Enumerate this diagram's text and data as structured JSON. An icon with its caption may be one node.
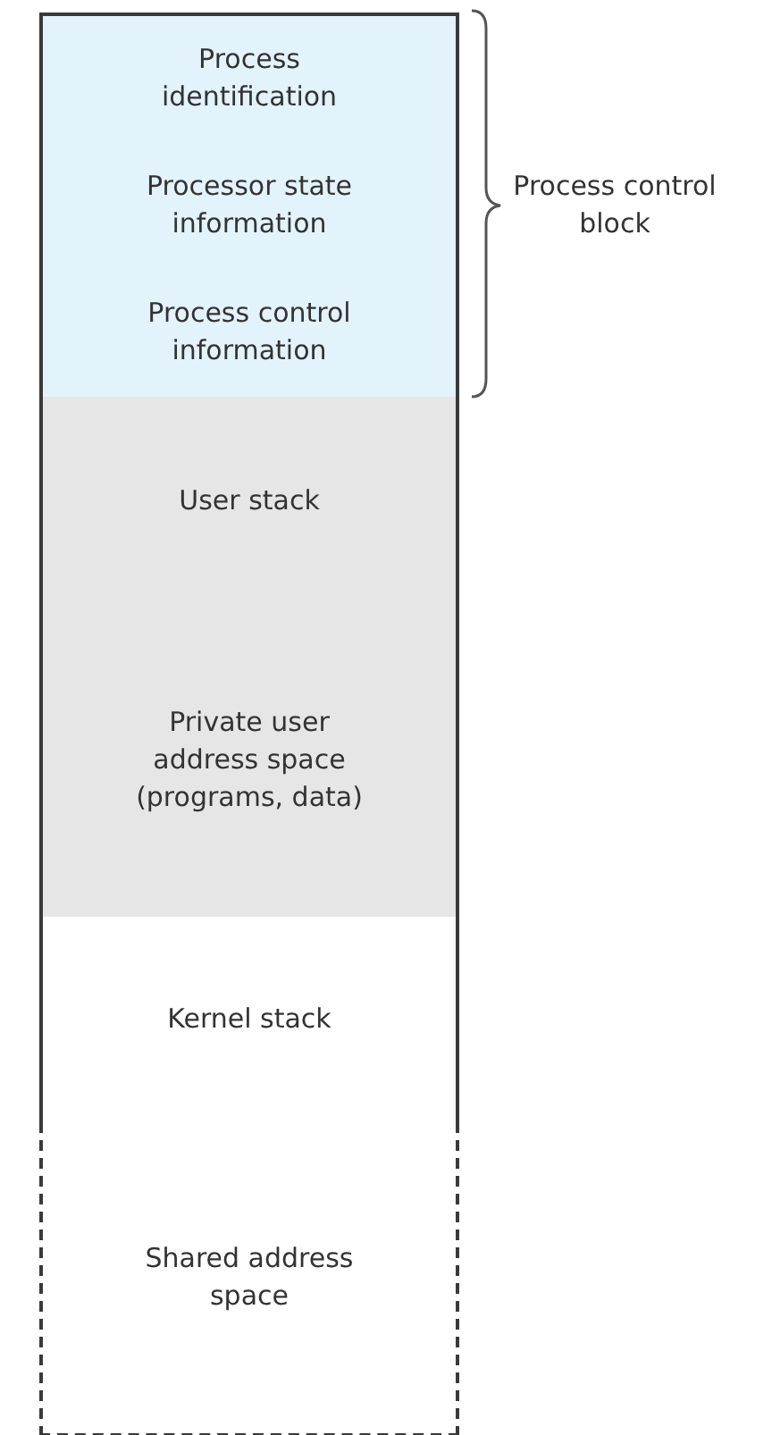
{
  "diagram": {
    "nodes": [
      {
        "text": [
          "Process identification"
        ]
      },
      {
        "text": [
          "Processor state information"
        ]
      },
      {
        "text": [
          "Process control information"
        ]
      },
      {
        "text": [
          "User stack"
        ]
      },
      {
        "text": [
          "Private user address space (programs, data)"
        ]
      },
      {
        "text": [
          "Kernel stack"
        ]
      },
      {
        "text": [
          "Shared address space"
        ]
      }
    ],
    "labels": [
      "Process control block"
    ]
  }
}
